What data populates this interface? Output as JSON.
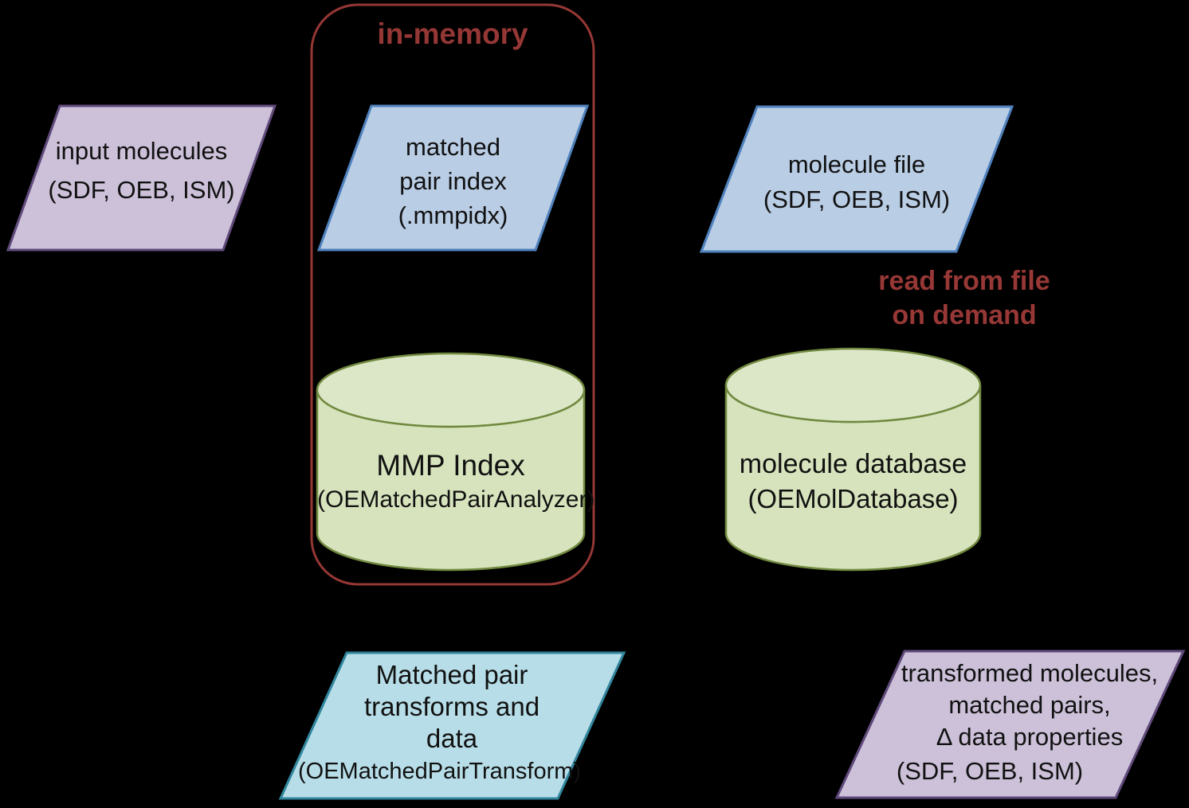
{
  "diagram": {
    "title_hint": "matched molecular pair (MMP) workflow diagram",
    "background_color": "#000000",
    "in_memory_group": {
      "label": "in-memory",
      "border_color": "#953735",
      "label_color": "#953735"
    },
    "annotations": {
      "read_from_file": {
        "lines": [
          "read from file",
          "on demand"
        ],
        "color": "#983836"
      }
    },
    "nodes": {
      "input_molecules": {
        "type": "parallelogram",
        "lines": [
          "input molecules",
          "(SDF, OEB, ISM)"
        ],
        "fill": "#ccc1d9",
        "border": "#604a7b"
      },
      "matched_pair_index": {
        "type": "parallelogram",
        "lines": [
          "matched",
          "pair index",
          "(.mmpidx)"
        ],
        "fill": "#b9cde5",
        "border": "#4f81bd"
      },
      "molecule_file": {
        "type": "parallelogram",
        "lines": [
          "molecule file",
          "(SDF, OEB, ISM)"
        ],
        "fill": "#b9cde5",
        "border": "#4f81bd"
      },
      "mmp_index": {
        "type": "cylinder",
        "title": "MMP Index",
        "subtitle": "(OEMatchedPairAnalyzer)",
        "fill": "#d6e3bc",
        "fill_top": "#dce7c8",
        "border": "#71893f"
      },
      "molecule_database": {
        "type": "cylinder",
        "title": "molecule database",
        "subtitle": "(OEMolDatabase)",
        "fill": "#d6e3bc",
        "fill_top": "#dce7c8",
        "border": "#71893f"
      },
      "matched_pair_transforms": {
        "type": "parallelogram",
        "lines": [
          "Matched pair",
          "transforms and",
          "data"
        ],
        "subtitle": "(OEMatchedPairTransform)",
        "fill": "#b7dee8",
        "border": "#31859c"
      },
      "transformed_molecules": {
        "type": "parallelogram",
        "lines": [
          "transformed molecules,",
          "matched pairs,",
          "Δ data properties"
        ],
        "subtitle": "(SDF, OEB, ISM)",
        "fill": "#ccc1d9",
        "border": "#604a7b"
      }
    }
  }
}
